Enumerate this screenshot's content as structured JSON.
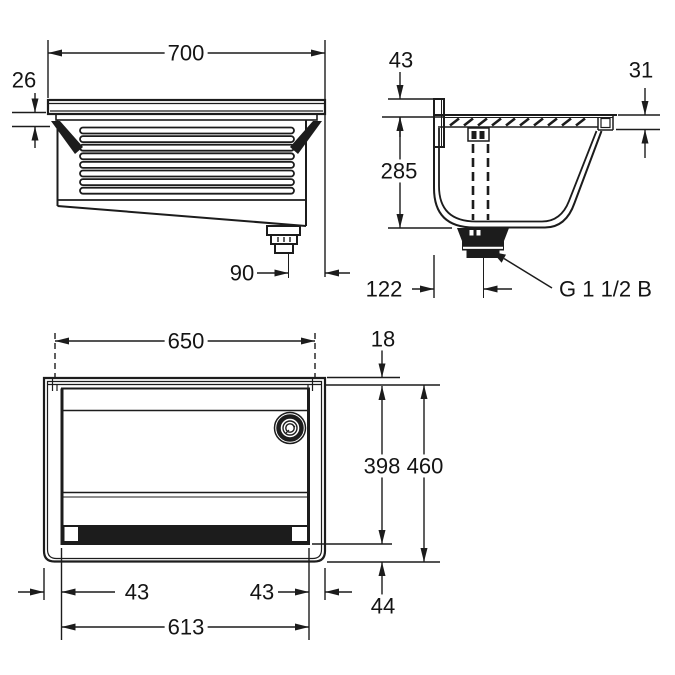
{
  "drawing": {
    "side_view": {
      "width": "700",
      "flange_height": "26",
      "drain_to_edge": "90"
    },
    "section_view": {
      "bracket_height": "43",
      "front_rim_height": "31",
      "basin_depth": "285",
      "wall_to_drain": "122",
      "drain_thread": "G 1 1/2 B"
    },
    "plan_view": {
      "opening_width": "650",
      "rim_inset": "18",
      "opening_depth": "398",
      "overall_depth": "460",
      "front_apron": "44",
      "left_inset": "43",
      "right_inset": "43",
      "slot_width": "613"
    }
  }
}
